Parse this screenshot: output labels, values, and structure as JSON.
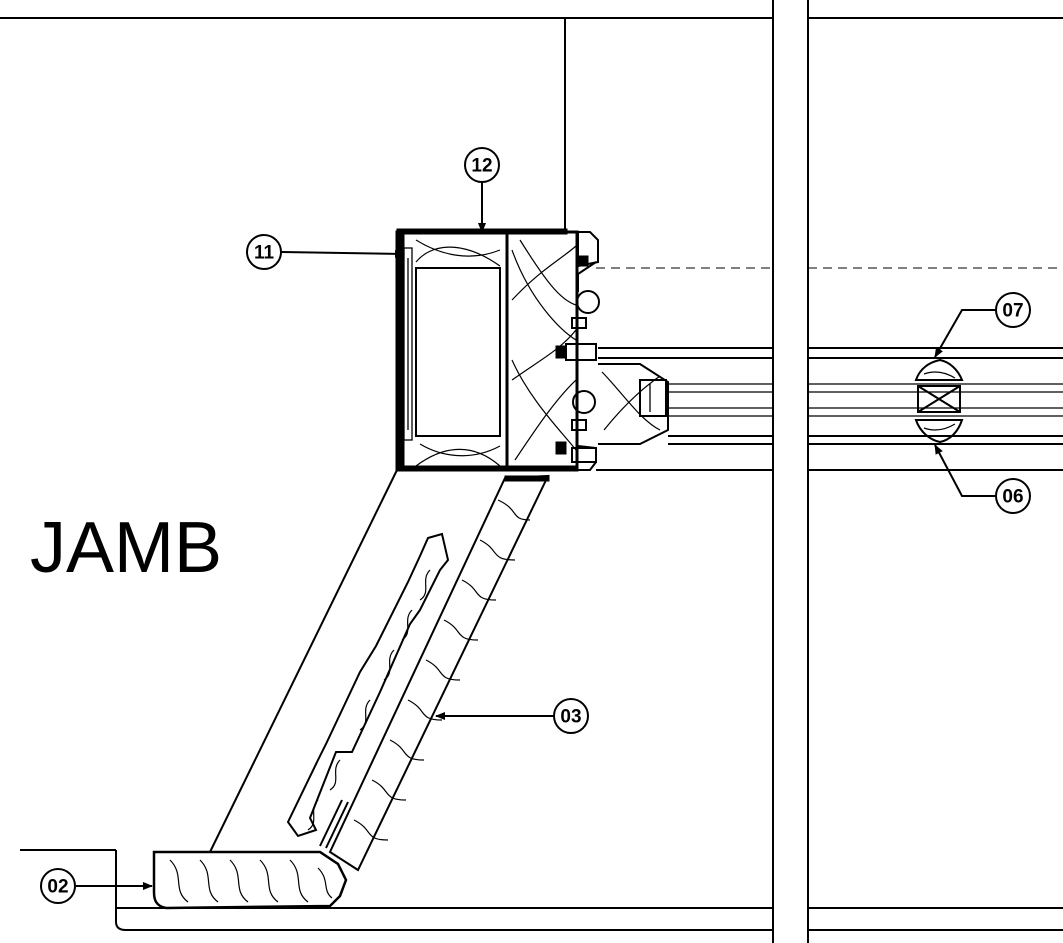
{
  "drawing": {
    "title": "JAMB",
    "callouts": {
      "c02": "02",
      "c03": "03",
      "c06": "06",
      "c07": "07",
      "c11": "11",
      "c12": "12"
    }
  }
}
